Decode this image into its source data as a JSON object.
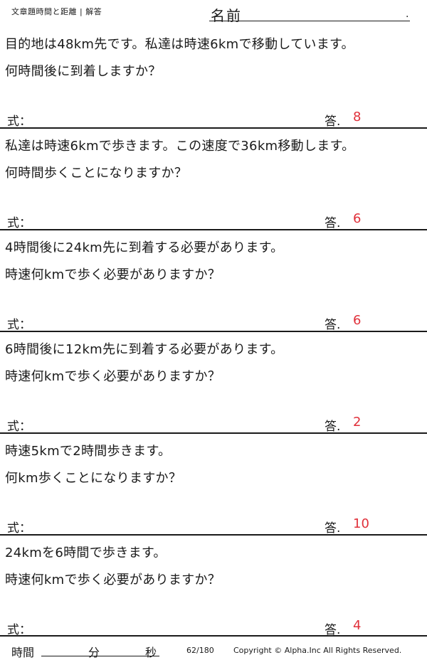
{
  "header": {
    "title": "文章題時間と距離 | 解答",
    "name_label": "名前",
    "name_dot": "."
  },
  "labels": {
    "formula": "式：",
    "answer": "答."
  },
  "problems": [
    {
      "line1": "目的地は48km先です。私達は時速6kmで移動しています。",
      "line2": "何時間後に到着しますか？",
      "answer": "8"
    },
    {
      "line1": "私達は時速6kmで歩きます。この速度で36km移動します。",
      "line2": "何時間歩くことになりますか？",
      "answer": "6"
    },
    {
      "line1": "4時間後に24km先に到着する必要があります。",
      "line2": "時速何kmで歩く必要がありますか？",
      "answer": "6"
    },
    {
      "line1": "6時間後に12km先に到着する必要があります。",
      "line2": "時速何kmで歩く必要がありますか？",
      "answer": "2"
    },
    {
      "line1": "時速5kmで2時間歩きます。",
      "line2": "何km歩くことになりますか？",
      "answer": "10"
    },
    {
      "line1": "24kmを6時間で歩きます。",
      "line2": "時速何kmで歩く必要がありますか？",
      "answer": "4"
    }
  ],
  "footer": {
    "time_label": "時間",
    "minutes_label": "分",
    "seconds_label": "秒",
    "page": "62/180",
    "copyright": "Copyright ©  Alpha.Inc All Rights Reserved."
  },
  "colors": {
    "answer": "#e0303a",
    "text": "#1a1a1a"
  }
}
